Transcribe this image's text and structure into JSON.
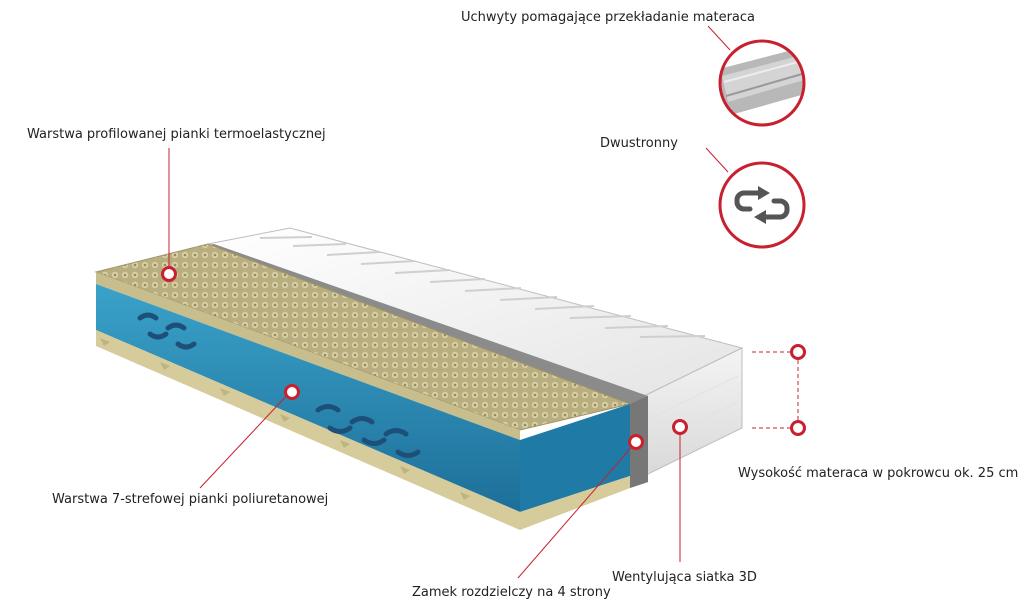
{
  "labels": {
    "handles": "Uchwyty pomagające przekładanie materaca",
    "top_layer": "Warstwa profilowanej pianki termoelastycznej",
    "double_sided": "Dwustronny",
    "height": "Wysokość materaca w pokrowcu ok. 25 cm",
    "zones": "Warstwa 7-strefowej pianki poliuretanowej",
    "ventilation": "Wentylująca siatka 3D",
    "zipper": "Zamek rozdzielczy na 4 strony"
  },
  "colors": {
    "accent": "#c8202f",
    "foam_profiled": "#b8ad7c",
    "foam_blue": "#2d8fb8",
    "cover": "#f1f1f1"
  },
  "icons": [
    "handle-closeup",
    "double-sided-arrows-icon"
  ]
}
